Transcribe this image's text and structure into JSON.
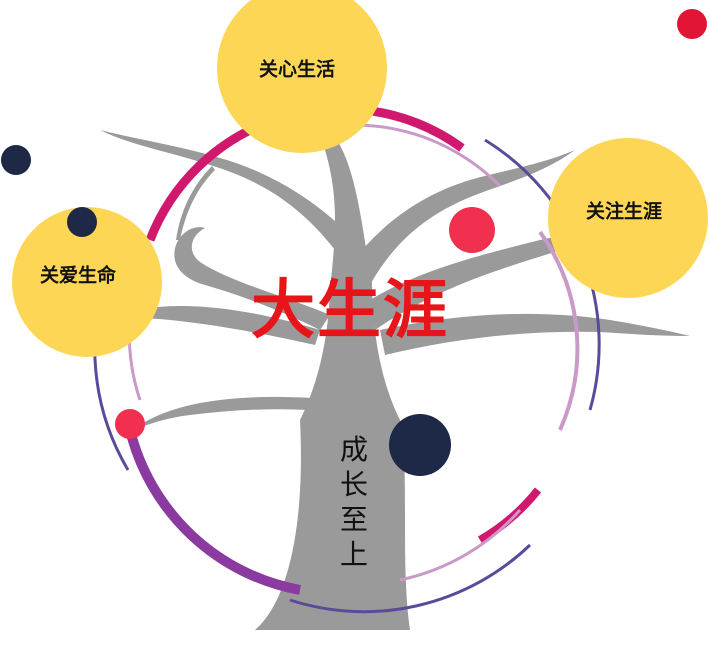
{
  "center": {
    "title": "大生涯"
  },
  "trunk": {
    "text": "成长至上"
  },
  "bubbles": {
    "top": "关心生活",
    "right": "关注生涯",
    "left": "关爱生命"
  },
  "colors": {
    "yellow": "#fcd654",
    "tree_gray": "#9a9a9a",
    "title_red": "#e8141a",
    "magenta": "#d0186e",
    "purple": "#7a3d96",
    "light_purple": "#c99ac8",
    "indigo": "#5b4a9a",
    "navy": "#1e2948",
    "pink_red": "#f0304e",
    "crimson": "#e01535"
  }
}
